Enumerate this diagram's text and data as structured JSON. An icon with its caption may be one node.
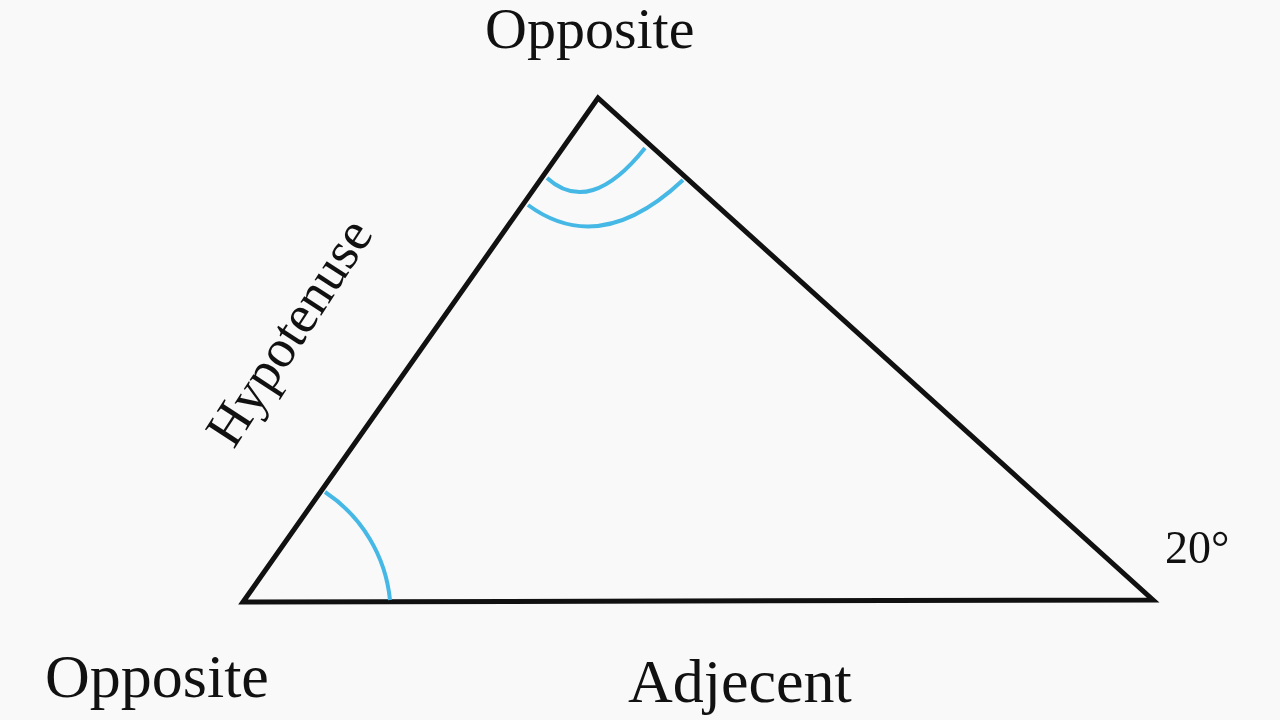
{
  "diagram": {
    "labels": [
      "Opposite",
      "Hypotenuse",
      "20°",
      "Opposite",
      "Adjecent"
    ]
  }
}
